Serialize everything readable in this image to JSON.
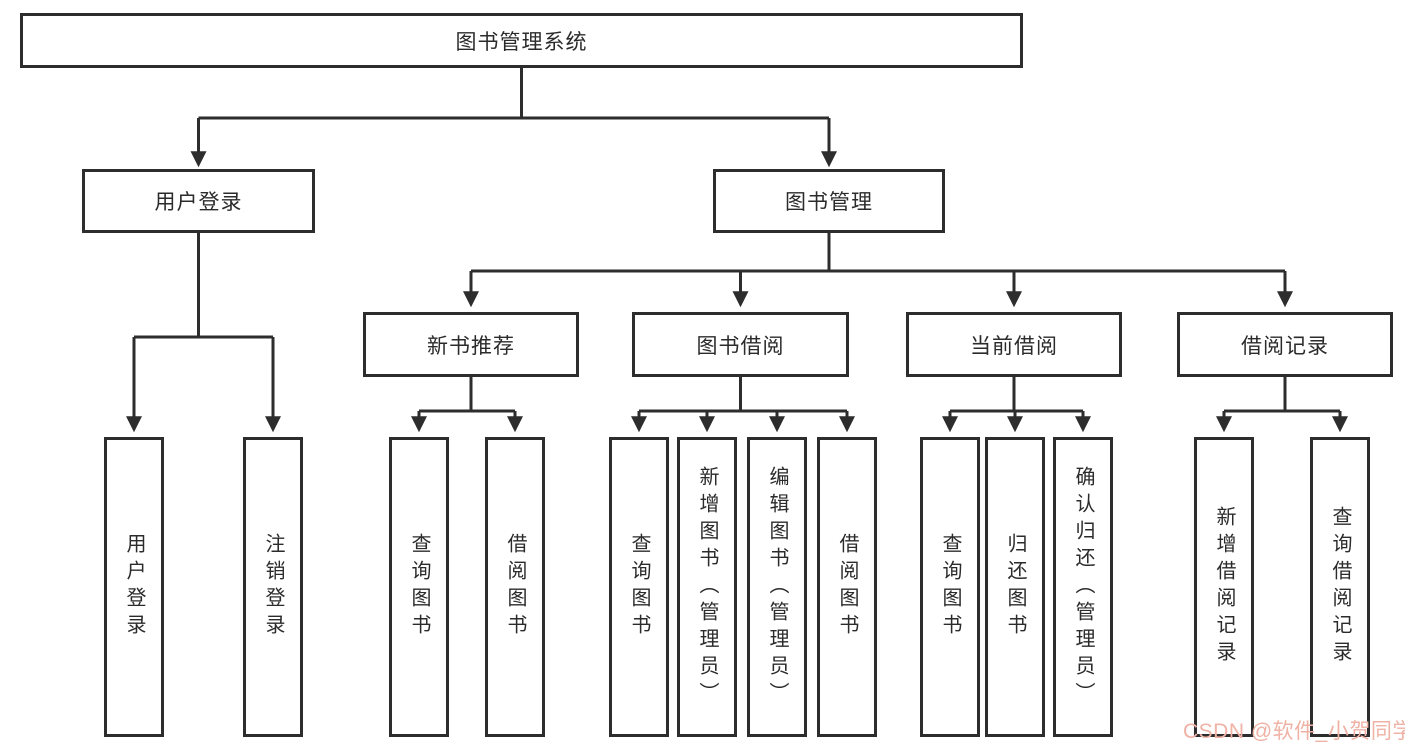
{
  "tree": {
    "label": "图书管理系统",
    "children": [
      {
        "label": "用户登录",
        "children": [
          {
            "label": "用户登录"
          },
          {
            "label": "注销登录"
          }
        ]
      },
      {
        "label": "图书管理",
        "children": [
          {
            "label": "新书推荐",
            "children": [
              {
                "label": "查询图书"
              },
              {
                "label": "借阅图书"
              }
            ]
          },
          {
            "label": "图书借阅",
            "children": [
              {
                "label": "查询图书"
              },
              {
                "label": "新增图书（管理员）"
              },
              {
                "label": "编辑图书（管理员）"
              },
              {
                "label": "借阅图书"
              }
            ]
          },
          {
            "label": "当前借阅",
            "children": [
              {
                "label": "查询图书"
              },
              {
                "label": "归还图书"
              },
              {
                "label": "确认归还（管理员）"
              }
            ]
          },
          {
            "label": "借阅记录",
            "children": [
              {
                "label": "新增借阅记录"
              },
              {
                "label": "查询借阅记录"
              }
            ]
          }
        ]
      }
    ]
  },
  "colors": {
    "line": "#2d2d2d",
    "text": "#2b2b2b",
    "watermark": "#efb2a5"
  },
  "watermark": {
    "text": "CSDN @软件_小贺同学"
  }
}
